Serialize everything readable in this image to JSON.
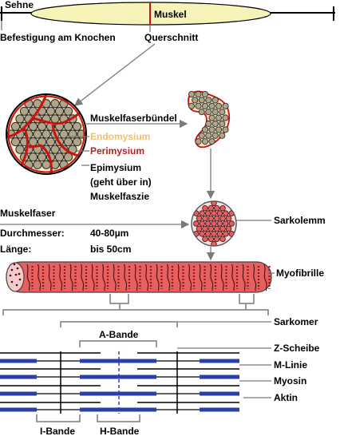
{
  "labels": {
    "sehne": "Sehne",
    "muskel": "Muskel",
    "befestigung": "Befestigung am Knochen",
    "querschnitt": "Querschnitt",
    "muskelfaserbuendel": "Muskelfaserbündel",
    "endomysium": "Endomysium",
    "perimysium": "Perimysium",
    "epimysium_1": "Epimysium",
    "epimysium_2": "(geht über in)",
    "epimysium_3": "Muskelfaszie",
    "muskelfaser": "Muskelfaser",
    "durchmesser_label": "Durchmesser:",
    "durchmesser_value": "40-80µm",
    "laenge_label": "Länge:",
    "laenge_value": "bis 50cm",
    "sarkolemm": "Sarkolemm",
    "myofibrille": "Myofibrille",
    "sarkomer": "Sarkomer",
    "a_bande": "A-Bande",
    "z_scheibe": "Z-Scheibe",
    "m_linie": "M-Linie",
    "myosin": "Myosin",
    "aktin": "Aktin",
    "i_bande": "I-Bande",
    "h_bande": "H-Bande"
  },
  "colors": {
    "muscle_fill": "#f7f3b8",
    "red": "#cc1111",
    "endomysium_text": "#f0c070",
    "perimysium_text": "#b52020",
    "fiber_fill": "#b0a587",
    "fibril_fill": "#e66060",
    "myosin": "#2a3fa8"
  }
}
